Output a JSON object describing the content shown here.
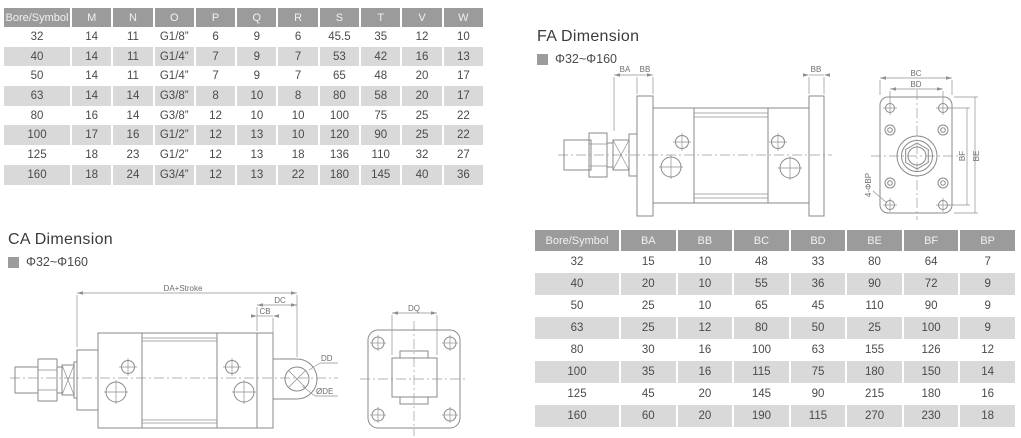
{
  "colors": {
    "table_header_bg": "#9b9b9b",
    "table_header_text": "#f1f1f1",
    "table_alt_row_bg": "#d9d9d9",
    "table_cell_text": "#4a4a4a",
    "heading_text": "#3b3b3b",
    "drawing_line": "#8a8a8a"
  },
  "top_table": {
    "headers": [
      "Bore/Symbol",
      "M",
      "N",
      "O",
      "P",
      "Q",
      "R",
      "S",
      "T",
      "V",
      "W"
    ],
    "rows": [
      [
        "32",
        "14",
        "11",
        "G1/8”",
        "6",
        "9",
        "6",
        "45.5",
        "35",
        "12",
        "10"
      ],
      [
        "40",
        "14",
        "11",
        "G1/4”",
        "7",
        "9",
        "7",
        "53",
        "42",
        "16",
        "13"
      ],
      [
        "50",
        "14",
        "11",
        "G1/4”",
        "7",
        "9",
        "7",
        "65",
        "48",
        "20",
        "17"
      ],
      [
        "63",
        "14",
        "14",
        "G3/8”",
        "8",
        "10",
        "8",
        "80",
        "58",
        "20",
        "17"
      ],
      [
        "80",
        "16",
        "14",
        "G3/8”",
        "12",
        "10",
        "10",
        "100",
        "75",
        "25",
        "22"
      ],
      [
        "100",
        "17",
        "16",
        "G1/2”",
        "12",
        "13",
        "10",
        "120",
        "90",
        "25",
        "22"
      ],
      [
        "125",
        "18",
        "23",
        "G1/2”",
        "12",
        "13",
        "18",
        "136",
        "110",
        "32",
        "27"
      ],
      [
        "160",
        "18",
        "24",
        "G3/4”",
        "12",
        "13",
        "22",
        "180",
        "145",
        "40",
        "36"
      ]
    ]
  },
  "fa_section": {
    "title": "FA Dimension",
    "range": "Φ32~Φ160",
    "labels": {
      "ba": "BA",
      "bb_left": "BB",
      "bb_right": "BB",
      "bc": "BC",
      "bd": "BD",
      "be": "BE",
      "bf": "BF",
      "bp": "4-ΦBP"
    }
  },
  "ca_section": {
    "title": "CA Dimension",
    "range": "Φ32~Φ160",
    "labels": {
      "da": "DA+Stroke",
      "dc": "DC",
      "cb": "CB",
      "dd": "DD",
      "de": "ØDE",
      "dq": "DQ"
    }
  },
  "bottom_table": {
    "headers": [
      "Bore/Symbol",
      "BA",
      "BB",
      "BC",
      "BD",
      "BE",
      "BF",
      "BP"
    ],
    "rows": [
      [
        "32",
        "15",
        "10",
        "48",
        "33",
        "80",
        "64",
        "7"
      ],
      [
        "40",
        "20",
        "10",
        "55",
        "36",
        "90",
        "72",
        "9"
      ],
      [
        "50",
        "25",
        "10",
        "65",
        "45",
        "110",
        "90",
        "9"
      ],
      [
        "63",
        "25",
        "12",
        "80",
        "50",
        "25",
        "100",
        "9"
      ],
      [
        "80",
        "30",
        "16",
        "100",
        "63",
        "155",
        "126",
        "12"
      ],
      [
        "100",
        "35",
        "16",
        "115",
        "75",
        "180",
        "150",
        "14"
      ],
      [
        "125",
        "45",
        "20",
        "145",
        "90",
        "215",
        "180",
        "16"
      ],
      [
        "160",
        "60",
        "20",
        "190",
        "115",
        "270",
        "230",
        "18"
      ]
    ]
  }
}
